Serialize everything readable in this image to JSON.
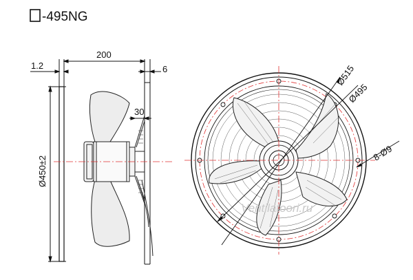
{
  "title": "-495NG",
  "watermark": "Ventilatoori.ru",
  "side_view": {
    "dim_left_offset": "1.2",
    "dim_width": "200",
    "dim_flange": "6",
    "dim_hub": "30",
    "dim_diameter": "Ø450±2"
  },
  "front_view": {
    "dim_outer": "Ø515",
    "dim_inner": "Ø495",
    "dim_holes": "8-Ø9"
  },
  "colors": {
    "line": "#111111",
    "centerline": "#e03030",
    "grille": "#333333",
    "blade_fill": "#ededed",
    "watermark": "#c9c9c9"
  }
}
